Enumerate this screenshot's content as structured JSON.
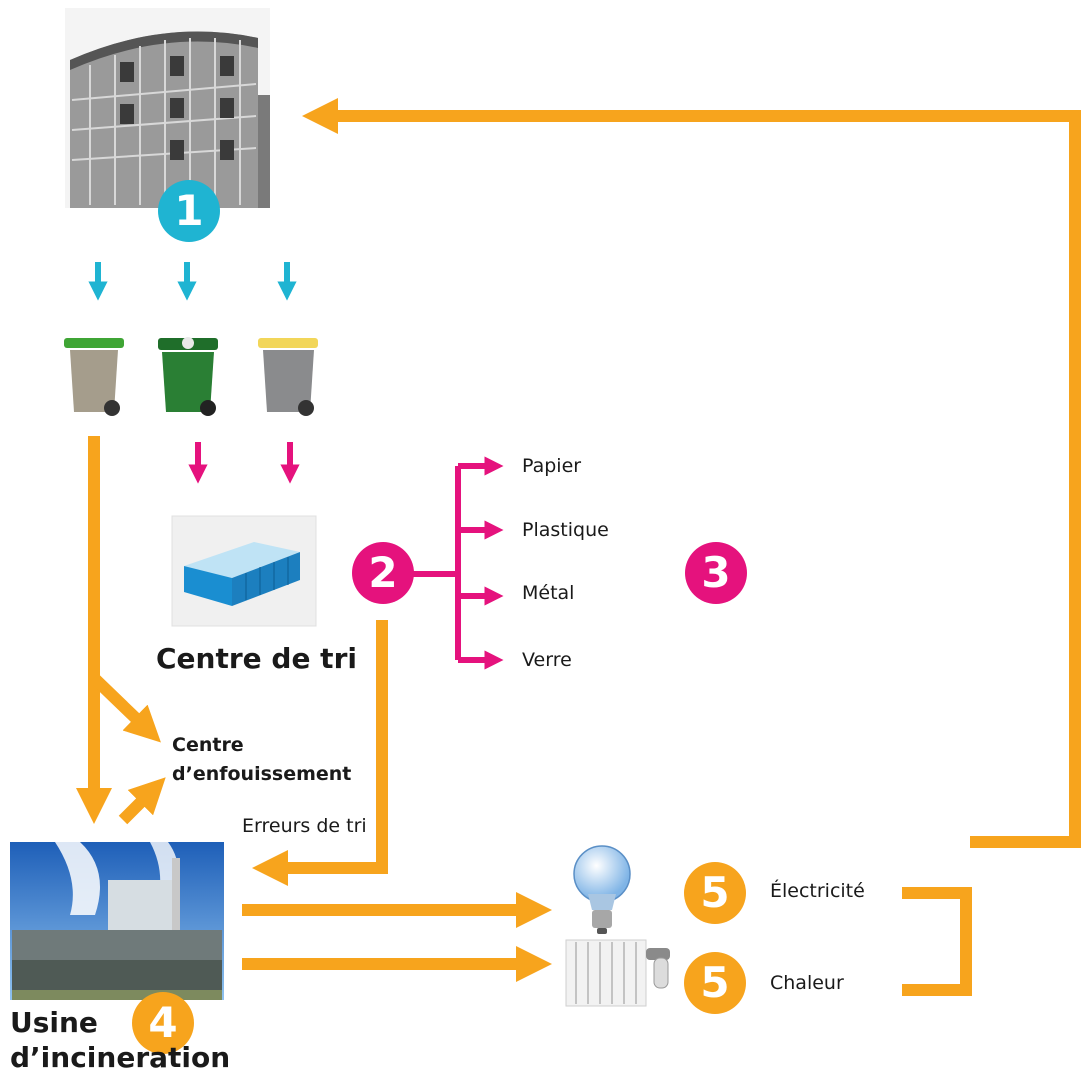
{
  "colors": {
    "flow": "#f7a41d",
    "recycling": "#e5127d",
    "household": "#1fb4d2"
  },
  "badges": {
    "building": "1",
    "sorting": "2",
    "materials": "3",
    "incineration": "4",
    "electricity": "5",
    "heat": "5"
  },
  "sorting_center": {
    "title": "Centre de tri"
  },
  "landfill": {
    "line1": "Centre",
    "line2": "d’enfouissement"
  },
  "sort_errors": {
    "label": "Erreurs de tri"
  },
  "incineration_plant": {
    "line1": "Usine",
    "line2": "d’incineration"
  },
  "materials": [
    "Papier",
    "Plastique",
    "Métal",
    "Verre"
  ],
  "energy": {
    "electricity": "Électricité",
    "heat": "Chaleur"
  },
  "icons": {
    "building": "apartment-building-photo",
    "bins": [
      "household-waste-bin",
      "glass-recycling-bin",
      "packaging-bin"
    ],
    "sorting": "sorting-center-warehouse-photo",
    "incineration": "incineration-plant-photo",
    "electricity": "light-bulb-icon",
    "heat": "radiator-icon"
  }
}
